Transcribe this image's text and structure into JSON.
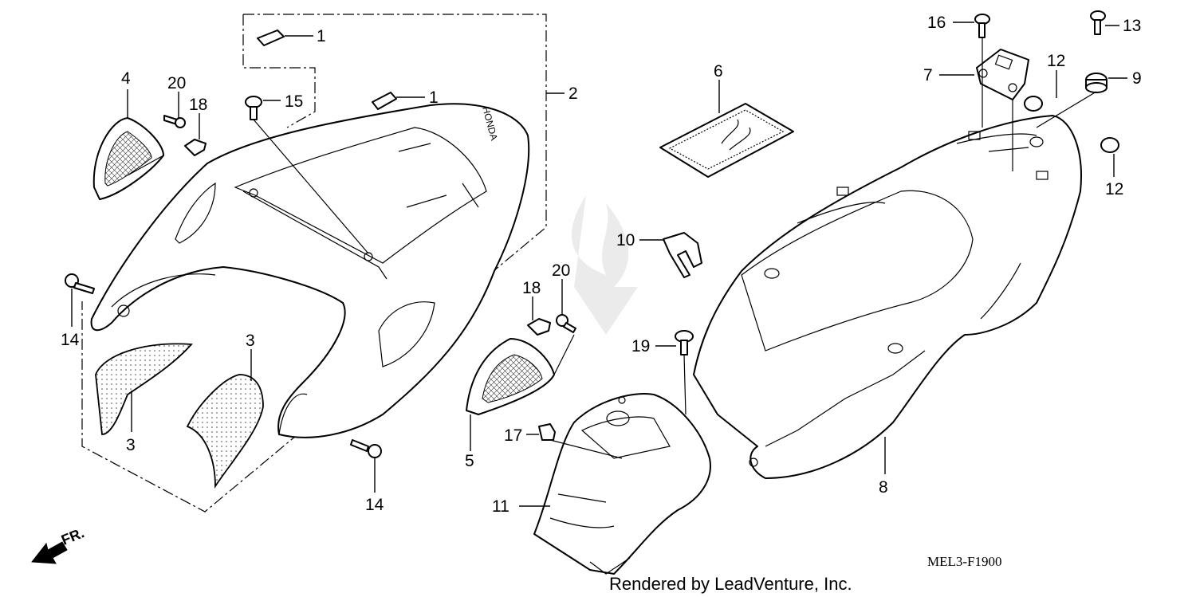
{
  "callouts": [
    "1",
    "1",
    "2",
    "3",
    "3",
    "4",
    "5",
    "6",
    "7",
    "8",
    "9",
    "10",
    "11",
    "12",
    "12",
    "13",
    "14",
    "14",
    "15",
    "16",
    "17",
    "18",
    "18",
    "19",
    "20",
    "20"
  ],
  "diagram_code": "MEL3-F1900",
  "credit": "Rendered by LeadVenture, Inc.",
  "direction_label": "FR.",
  "brand_mark": "HONDA"
}
